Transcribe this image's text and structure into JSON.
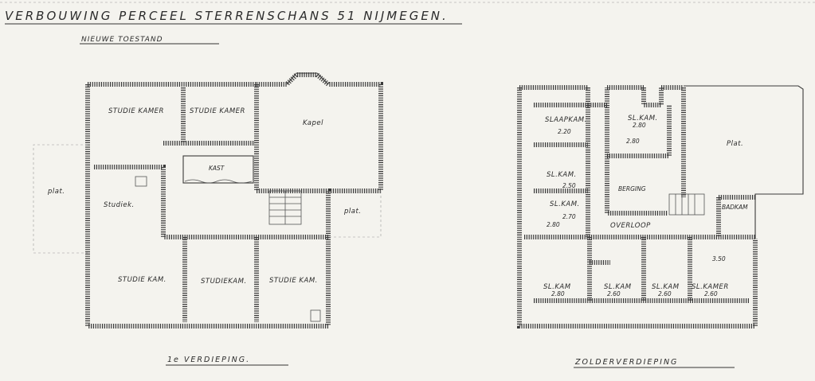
{
  "drawing": {
    "title": "VERBOUWING PERCEEL STERRENSCHANS 51 NIJMEGEN.",
    "subtitle": "NIEUWE TOESTAND"
  },
  "plans": {
    "first_floor": {
      "caption": "1e VERDIEPING.",
      "rooms": {
        "studie_kamer_1": "STUDIE KAMER",
        "studie_kamer_2": "STUDIE KAMER",
        "kapel": "Kapel",
        "kast": "KAST",
        "studiek": "Studiek.",
        "plat_left": "plat.",
        "plat_right": "plat.",
        "studie_kam_1": "STUDIE KAM.",
        "studiekam": "STUDIEKAM.",
        "studie_kam_3": "STUDIE KAM."
      }
    },
    "attic": {
      "caption": "ZOLDERVERDIEPING",
      "rooms": {
        "slaapkamer": "SLAAPKAM.",
        "sl_kam_top": "SL.KAM.",
        "plat": "Plat.",
        "sl_kam_left": "SL.KAM.",
        "berging": "BERGING",
        "sl_kam_mid": "SL.KAM.",
        "overloop": "OVERLOOP",
        "badkamer": "BADKAM",
        "sl_kam_b1": "SL.KAM",
        "sl_kam_b2": "SL.KAM",
        "sl_kam_b3": "SL.KAM",
        "sl_kamer_b4": "SL.KAMER"
      },
      "heights": {
        "h1": "2.20",
        "h2": "2.80",
        "h3": "2.80",
        "h4": "2.50",
        "h5": "2.70",
        "h6": "2.80",
        "h7": "3.50",
        "h8": "2.80",
        "h9": "2.60",
        "h10": "2.60",
        "h11": "2.60"
      }
    }
  }
}
